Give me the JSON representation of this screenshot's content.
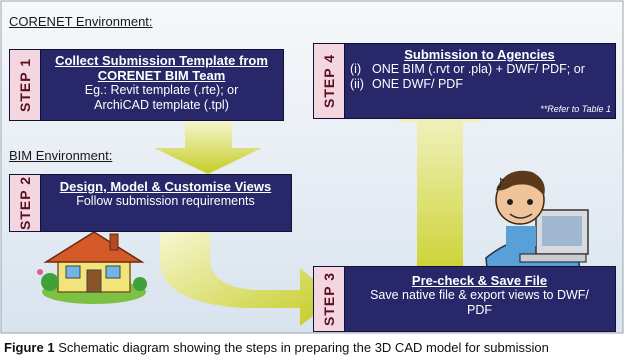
{
  "labels": {
    "corenet_env": "CORENET Environment:",
    "bim_env": "BIM Environment:"
  },
  "steps": [
    {
      "tab": "STEP 1",
      "title_lines": [
        "Collect Submission Template from",
        "CORENET BIM Team"
      ],
      "lines": [
        "Eg.: Revit template (.rte); or",
        "ArchiCAD template (.tpl)"
      ]
    },
    {
      "tab": "STEP 2",
      "title_lines": [
        "Design, Model & Customise Views"
      ],
      "lines": [
        "Follow submission requirements"
      ]
    },
    {
      "tab": "STEP 3",
      "title_lines": [
        "Pre-check & Save File"
      ],
      "lines": [
        "Save native file & export views to DWF/",
        "PDF"
      ]
    },
    {
      "tab": "STEP 4",
      "title_lines": [
        "Submission to Agencies"
      ],
      "items": [
        {
          "num": "(i)",
          "text": "ONE BIM (.rvt or .pla) + DWF/ PDF; or"
        },
        {
          "num": "(ii)",
          "text": "ONE DWF/ PDF"
        }
      ],
      "note": "**Refer to Table 1"
    }
  ],
  "caption": {
    "bold": "Figure 1",
    "text": " Schematic diagram showing the steps in preparing the 3D CAD model for submission"
  },
  "colors": {
    "box_fill": "#27276a",
    "tab_fill": "#f3d6df",
    "arrow_light": "#f4f6c8",
    "arrow_dark": "#c9cf2a",
    "panel_top": "#f6f8fa",
    "panel_bottom": "#d9e3ee"
  }
}
